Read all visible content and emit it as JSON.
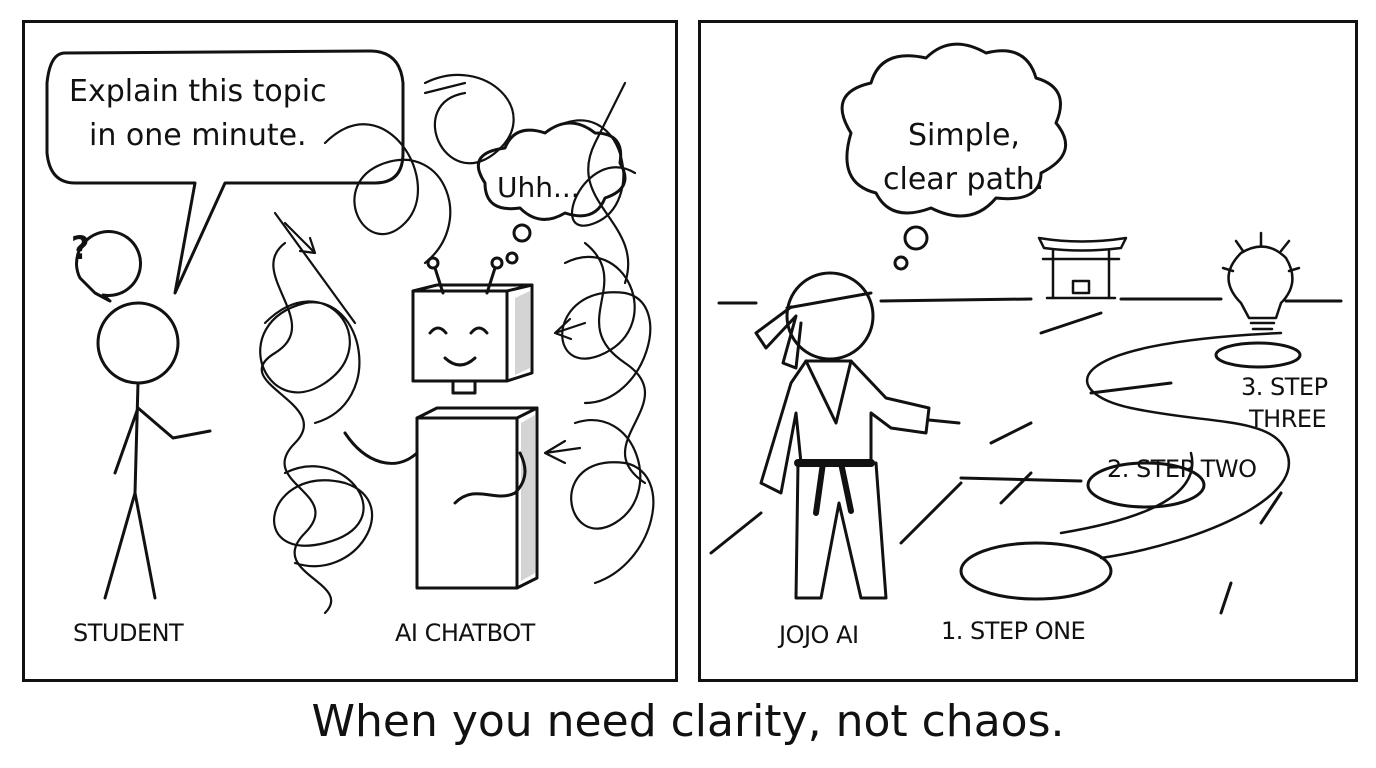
{
  "comic": {
    "left_panel": {
      "speech_bubble": {
        "line1": "Explain this topic",
        "line2": "in one minute."
      },
      "question_bubble": "?",
      "thought_bubble": "Uhh...",
      "labels": {
        "student": "STUDENT",
        "chatbot": "AI CHATBOT"
      }
    },
    "right_panel": {
      "thought_bubble": {
        "line1": "Simple,",
        "line2": "clear path."
      },
      "labels": {
        "jojo": "JOJO AI",
        "step1": "1. STEP ONE",
        "step2": "2. STEP TWO",
        "step3_line1": "3. STEP",
        "step3_line2": "THREE"
      }
    },
    "caption": "When you need clarity, not chaos.",
    "colors": {
      "ink": "#111111",
      "paper": "#ffffff"
    }
  }
}
